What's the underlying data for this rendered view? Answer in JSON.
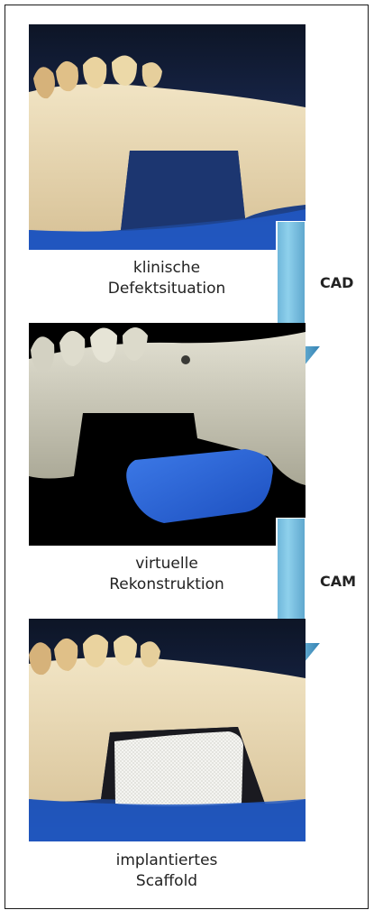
{
  "panels": [
    {
      "caption_line1": "klinische",
      "caption_line2": "Defektsituation"
    },
    {
      "caption_line1": "virtuelle",
      "caption_line2": "Rekonstruktion"
    },
    {
      "caption_line1": "implantiertes",
      "caption_line2": "Scaffold"
    }
  ],
  "steps": [
    {
      "label": "CAD"
    },
    {
      "label": "CAM"
    }
  ],
  "colors": {
    "bone": "#e8d9b6",
    "background_blue": "#1d3c8a",
    "virtual_bone": "#c9c7b8",
    "scaffold": "#2a5fd6",
    "arrow": "#5fb0d6",
    "border": "#1a1a1a"
  }
}
